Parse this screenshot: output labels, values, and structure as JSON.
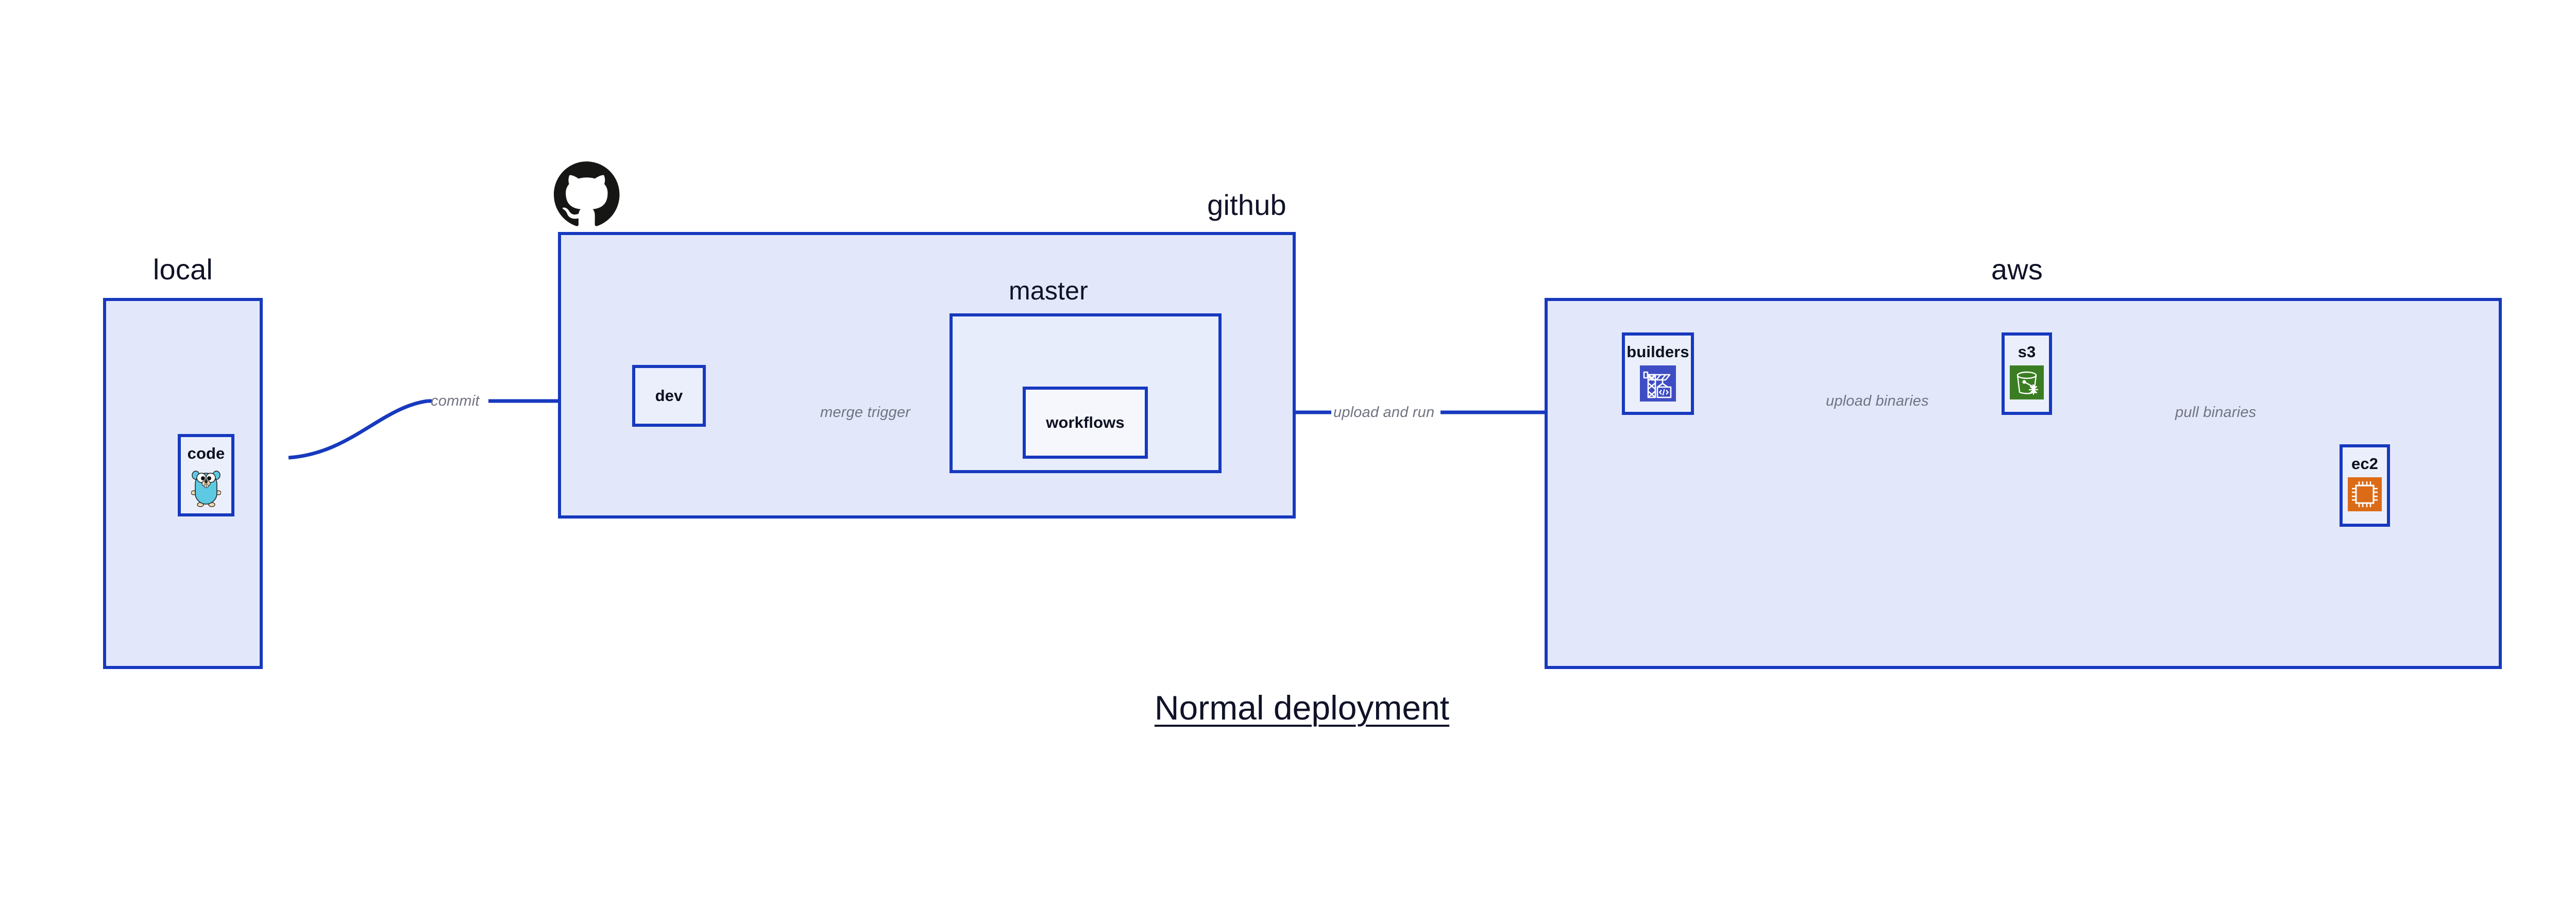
{
  "title": "Normal deployment",
  "colors": {
    "zone_fill": "#e2e8fa",
    "zone_inner_fill": "#e8edfb",
    "node_fill": "#eaeffb",
    "node_white_fill": "#f5f7fd",
    "border_blue": "#1739bf",
    "arrow_blue": "#1739bf",
    "edge_label_gray": "#717382",
    "text_dark": "#101228",
    "builders_icon_bg": "#3f4dc4",
    "s3_icon_bg": "#3b7d23",
    "ec2_icon_bg": "#dc6b17",
    "gopher_cyan": "#5dc9e2",
    "github_black": "#161614"
  },
  "zones": [
    {
      "id": "local",
      "label": "local"
    },
    {
      "id": "github",
      "label": "github"
    },
    {
      "id": "master",
      "label": "master"
    },
    {
      "id": "aws",
      "label": "aws"
    }
  ],
  "nodes": [
    {
      "id": "code",
      "label": "code",
      "icon": "go-gopher-icon"
    },
    {
      "id": "dev",
      "label": "dev",
      "icon": null
    },
    {
      "id": "workflows",
      "label": "workflows",
      "icon": null
    },
    {
      "id": "builders",
      "label": "builders",
      "icon": "aws-builder-crane-icon"
    },
    {
      "id": "s3",
      "label": "s3",
      "icon": "aws-s3-bucket-icon"
    },
    {
      "id": "ec2",
      "label": "ec2",
      "icon": "aws-ec2-chip-icon"
    }
  ],
  "edges": [
    {
      "id": "commit",
      "label": "commit",
      "from": "code",
      "to": "dev"
    },
    {
      "id": "merge-trigger",
      "label": "merge trigger",
      "from": "dev",
      "to": "workflows"
    },
    {
      "id": "upload-and-run",
      "label": "upload and run",
      "from": "workflows",
      "to": "builders"
    },
    {
      "id": "upload-binaries",
      "label": "upload binaries",
      "from": "builders",
      "to": "s3"
    },
    {
      "id": "pull-binaries",
      "label": "pull binaries",
      "from": "s3",
      "to": "ec2"
    }
  ],
  "icons": {
    "github_logo": "github-octocat-icon"
  }
}
